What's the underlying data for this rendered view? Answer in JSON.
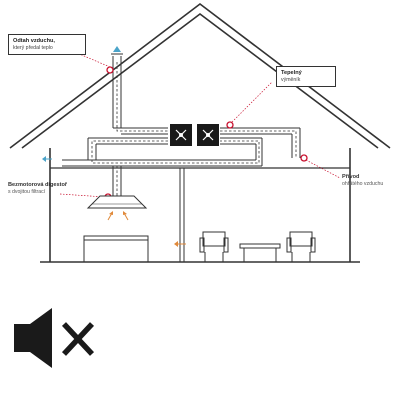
{
  "labels": {
    "exhaust": {
      "title": "Odtah vzduchu,",
      "sub": "který předal teplo"
    },
    "exchanger": {
      "title": "Tepelný",
      "sub": "výměník"
    },
    "supply": {
      "title": "Přívod",
      "sub": "ohřátého vzduchu"
    },
    "hood": {
      "title": "Bezmotorová digestoř",
      "sub": "s dvojitou filtrací"
    }
  },
  "colors": {
    "line": "#333333",
    "duct": "#333333",
    "accent": "#c8102e",
    "fresh": "#4aa3c9",
    "warm": "#e0893a",
    "unit": "#1a1a1a"
  },
  "mute_icon": "speaker-muted-icon"
}
